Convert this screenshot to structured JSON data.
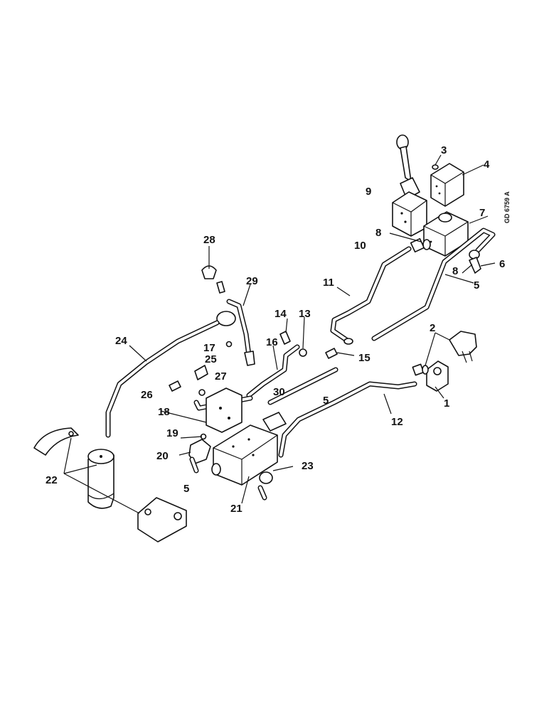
{
  "drawing": {
    "reference": "GD 6759 A",
    "callouts": {
      "c1": "1",
      "c2": "2",
      "c3": "3",
      "c4": "4",
      "c5a": "5",
      "c5b": "5",
      "c5c": "5",
      "c6": "6",
      "c7": "7",
      "c8a": "8",
      "c8b": "8",
      "c9": "9",
      "c10": "10",
      "c11": "11",
      "c12": "12",
      "c13": "13",
      "c14": "14",
      "c15": "15",
      "c16": "16",
      "c17": "17",
      "c18": "18",
      "c19": "19",
      "c20": "20",
      "c21": "21",
      "c22": "22",
      "c23": "23",
      "c24": "24",
      "c25": "25",
      "c26": "26",
      "c27": "27",
      "c28": "28",
      "c29": "29",
      "c30": "30"
    }
  }
}
